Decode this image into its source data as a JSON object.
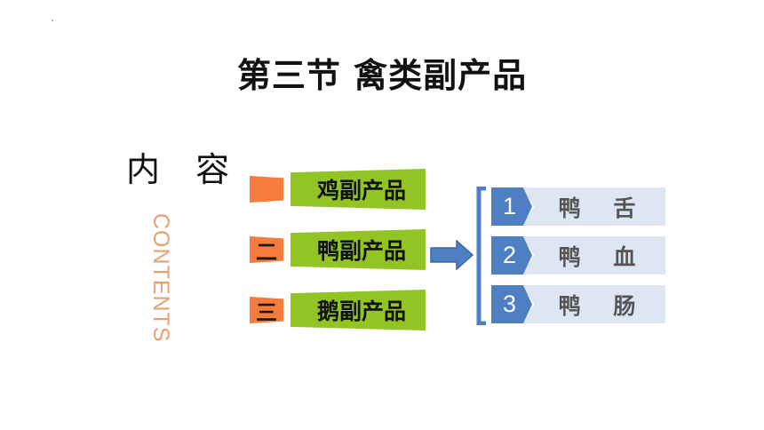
{
  "slide": {
    "title": "第三节   禽类副产品",
    "content_label": "内 容",
    "contents_word": "CONTENTS"
  },
  "sections": [
    {
      "badge": "",
      "label": "鸡副产品"
    },
    {
      "badge": "二",
      "label": "鸭副产品"
    },
    {
      "badge": "三",
      "label": "鹅副产品"
    }
  ],
  "items": [
    {
      "num": "1",
      "label": "鸭 舌"
    },
    {
      "num": "2",
      "label": "鸭 血"
    },
    {
      "num": "3",
      "label": "鸭 肠"
    }
  ],
  "colors": {
    "badge": "#f47c3c",
    "bar": "#92c524",
    "number_tab": "#4f7fc3",
    "item_bg": "#dde6f2",
    "contents_word": "#e8a070"
  }
}
